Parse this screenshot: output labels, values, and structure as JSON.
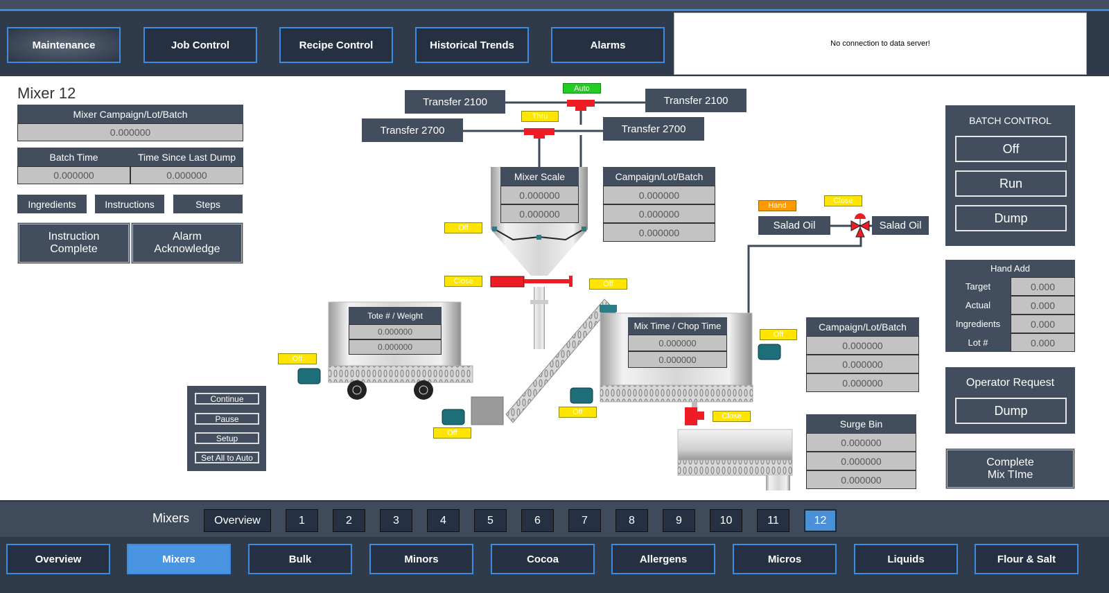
{
  "header": {
    "tabs": [
      "Maintenance",
      "Job Control",
      "Recipe Control",
      "Historical Trends",
      "Alarms"
    ],
    "message": "No connection to data server!"
  },
  "left": {
    "title": "Mixer 12",
    "campaign_label": "Mixer Campaign/Lot/Batch",
    "campaign_value": "0.000000",
    "batch_time_label": "Batch Time",
    "batch_time_value": "0.000000",
    "since_dump_label": "Time Since Last Dump",
    "since_dump_value": "0.000000",
    "buttons": [
      "Ingredients",
      "Instructions",
      "Steps"
    ],
    "instruction_complete": "Instruction Complete",
    "alarm_ack": "Alarm Acknowledge"
  },
  "controls": [
    "Continue",
    "Pause",
    "Setup",
    "Set All to Auto"
  ],
  "diagram": {
    "transfer_2100_left": "Transfer 2100",
    "transfer_2100_right": "Transfer 2100",
    "transfer_2700_left": "Transfer 2700",
    "transfer_2700_right": "Transfer 2700",
    "auto_badge": "Auto",
    "thru_badge": "Thru",
    "mixer_scale": {
      "label": "Mixer Scale",
      "values": [
        "0.000000",
        "0.000000"
      ]
    },
    "campaign_center": {
      "label": "Campaign/Lot/Batch",
      "values": [
        "0.000000",
        "0.000000",
        "0.000000"
      ]
    },
    "scale_status": "Off",
    "gate_status": "Close",
    "incline_status": "Off",
    "tote": {
      "label": "Tote # / Weight",
      "values": [
        "0.000000",
        "0.000000"
      ],
      "motor_status": "Off"
    },
    "bin_motor_status": "Off",
    "mix": {
      "label": "Mix Time / Chop Time",
      "values": [
        "0.000000",
        "0.000000"
      ],
      "motor_left_status": "Off",
      "motor_right_status": "Off",
      "discharge_status": "Close"
    },
    "salad_oil_left": "Salad Oil",
    "salad_oil_right": "Salad Oil",
    "hand_badge": "Hand",
    "oil_valve_status": "Close",
    "campaign_right": {
      "label": "Campaign/Lot/Batch",
      "values": [
        "0.000000",
        "0.000000",
        "0.000000"
      ]
    },
    "surge_bin": {
      "label": "Surge Bin",
      "values": [
        "0.000000",
        "0.000000",
        "0.000000"
      ]
    }
  },
  "batch_control": {
    "title": "BATCH CONTROL",
    "buttons": [
      "Off",
      "Run",
      "Dump"
    ]
  },
  "hand_add": {
    "title": "Hand Add",
    "rows": [
      {
        "label": "Target",
        "value": "0.000"
      },
      {
        "label": "Actual",
        "value": "0.000"
      },
      {
        "label": "Ingredients",
        "value": "0.000"
      },
      {
        "label": "Lot #",
        "value": "0.000"
      }
    ]
  },
  "operator_request": {
    "title": "Operator Request",
    "button": "Dump"
  },
  "complete_mix": "Complete Mix TIme",
  "mixers_nav": {
    "label": "Mixers",
    "overview": "Overview",
    "numbers": [
      "1",
      "2",
      "3",
      "4",
      "5",
      "6",
      "7",
      "8",
      "9",
      "10",
      "11",
      "12"
    ],
    "selected": "12"
  },
  "bottom_nav": {
    "items": [
      "Overview",
      "Mixers",
      "Bulk",
      "Minors",
      "Cocoa",
      "Allergens",
      "Micros",
      "Liquids",
      "Flour & Salt"
    ],
    "selected": "Mixers"
  },
  "colors": {
    "accent": "#3b8de0",
    "panel": "#424d5e",
    "status_yellow": "#ffe500",
    "valve_red": "#ee1c24",
    "motor_teal": "#1e6e7a"
  }
}
